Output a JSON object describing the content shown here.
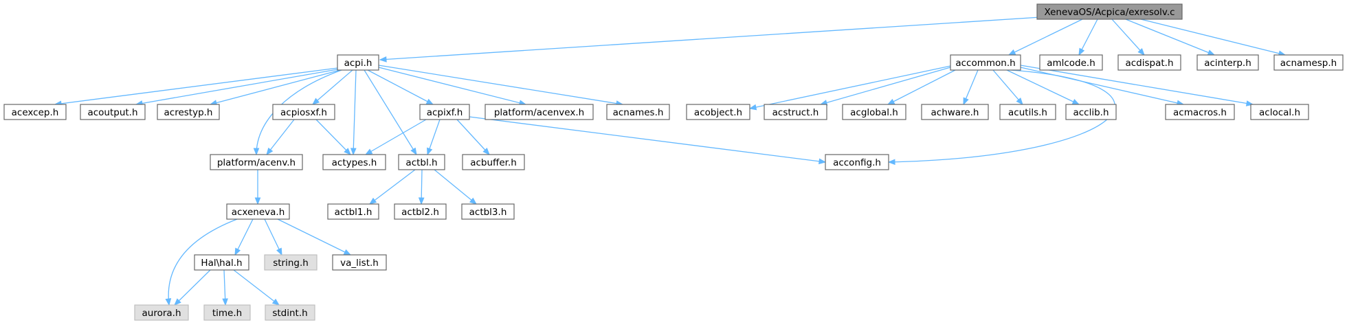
{
  "diagram": {
    "type": "include-dependency-graph",
    "root": "root",
    "colors": {
      "root_fill": "#999999",
      "node_fill": "#ffffff",
      "external_fill": "#e0e0e0",
      "border": "#666666",
      "edge": "#63b8ff",
      "text": "#000000"
    },
    "nodes": [
      {
        "id": "root",
        "label": "XenevaOS/Acpica/exresolv.c",
        "kind": "root"
      },
      {
        "id": "acpi",
        "label": "acpi.h",
        "kind": "normal"
      },
      {
        "id": "accommon",
        "label": "accommon.h",
        "kind": "normal"
      },
      {
        "id": "amlcode",
        "label": "amlcode.h",
        "kind": "normal"
      },
      {
        "id": "acdispat",
        "label": "acdispat.h",
        "kind": "normal"
      },
      {
        "id": "acinterp",
        "label": "acinterp.h",
        "kind": "normal"
      },
      {
        "id": "acnamesp",
        "label": "acnamesp.h",
        "kind": "normal"
      },
      {
        "id": "acexcep",
        "label": "acexcep.h",
        "kind": "normal"
      },
      {
        "id": "acoutput",
        "label": "acoutput.h",
        "kind": "normal"
      },
      {
        "id": "acrestyp",
        "label": "acrestyp.h",
        "kind": "normal"
      },
      {
        "id": "acpiosxf",
        "label": "acpiosxf.h",
        "kind": "normal"
      },
      {
        "id": "acpixf",
        "label": "acpixf.h",
        "kind": "normal"
      },
      {
        "id": "acenvex",
        "label": "platform/acenvex.h",
        "kind": "normal"
      },
      {
        "id": "acnames",
        "label": "acnames.h",
        "kind": "normal"
      },
      {
        "id": "acobject",
        "label": "acobject.h",
        "kind": "normal"
      },
      {
        "id": "acstruct",
        "label": "acstruct.h",
        "kind": "normal"
      },
      {
        "id": "acglobal",
        "label": "acglobal.h",
        "kind": "normal"
      },
      {
        "id": "achware",
        "label": "achware.h",
        "kind": "normal"
      },
      {
        "id": "acutils",
        "label": "acutils.h",
        "kind": "normal"
      },
      {
        "id": "acclib",
        "label": "acclib.h",
        "kind": "normal"
      },
      {
        "id": "acmacros",
        "label": "acmacros.h",
        "kind": "normal"
      },
      {
        "id": "aclocal",
        "label": "aclocal.h",
        "kind": "normal"
      },
      {
        "id": "acenv",
        "label": "platform/acenv.h",
        "kind": "normal"
      },
      {
        "id": "actypes",
        "label": "actypes.h",
        "kind": "normal"
      },
      {
        "id": "actbl",
        "label": "actbl.h",
        "kind": "normal"
      },
      {
        "id": "acbuffer",
        "label": "acbuffer.h",
        "kind": "normal"
      },
      {
        "id": "acconfig",
        "label": "acconfig.h",
        "kind": "normal"
      },
      {
        "id": "acxeneva",
        "label": "acxeneva.h",
        "kind": "normal"
      },
      {
        "id": "actbl1",
        "label": "actbl1.h",
        "kind": "normal"
      },
      {
        "id": "actbl2",
        "label": "actbl2.h",
        "kind": "normal"
      },
      {
        "id": "actbl3",
        "label": "actbl3.h",
        "kind": "normal"
      },
      {
        "id": "halhal",
        "label": "Hal\\hal.h",
        "kind": "normal"
      },
      {
        "id": "string",
        "label": "string.h",
        "kind": "external"
      },
      {
        "id": "valist",
        "label": "va_list.h",
        "kind": "normal"
      },
      {
        "id": "aurora",
        "label": "aurora.h",
        "kind": "external"
      },
      {
        "id": "time",
        "label": "time.h",
        "kind": "external"
      },
      {
        "id": "stdint",
        "label": "stdint.h",
        "kind": "external"
      }
    ],
    "edges": [
      {
        "from": "root",
        "to": "acpi"
      },
      {
        "from": "root",
        "to": "accommon"
      },
      {
        "from": "root",
        "to": "amlcode"
      },
      {
        "from": "root",
        "to": "acdispat"
      },
      {
        "from": "root",
        "to": "acinterp"
      },
      {
        "from": "root",
        "to": "acnamesp"
      },
      {
        "from": "acpi",
        "to": "acexcep"
      },
      {
        "from": "acpi",
        "to": "acoutput"
      },
      {
        "from": "acpi",
        "to": "acrestyp"
      },
      {
        "from": "acpi",
        "to": "acpiosxf"
      },
      {
        "from": "acpi",
        "to": "acpixf"
      },
      {
        "from": "acpi",
        "to": "acenvex"
      },
      {
        "from": "acpi",
        "to": "acnames"
      },
      {
        "from": "acpi",
        "to": "acenv"
      },
      {
        "from": "acpi",
        "to": "actypes"
      },
      {
        "from": "acpi",
        "to": "actbl"
      },
      {
        "from": "acpiosxf",
        "to": "acenv"
      },
      {
        "from": "acpiosxf",
        "to": "actypes"
      },
      {
        "from": "acpixf",
        "to": "actypes"
      },
      {
        "from": "acpixf",
        "to": "actbl"
      },
      {
        "from": "acpixf",
        "to": "acbuffer"
      },
      {
        "from": "acpixf",
        "to": "acconfig"
      },
      {
        "from": "accommon",
        "to": "acobject"
      },
      {
        "from": "accommon",
        "to": "acstruct"
      },
      {
        "from": "accommon",
        "to": "acglobal"
      },
      {
        "from": "accommon",
        "to": "achware"
      },
      {
        "from": "accommon",
        "to": "acutils"
      },
      {
        "from": "accommon",
        "to": "acclib"
      },
      {
        "from": "accommon",
        "to": "acmacros"
      },
      {
        "from": "accommon",
        "to": "aclocal"
      },
      {
        "from": "accommon",
        "to": "acconfig"
      },
      {
        "from": "acenv",
        "to": "acxeneva"
      },
      {
        "from": "actbl",
        "to": "actbl1"
      },
      {
        "from": "actbl",
        "to": "actbl2"
      },
      {
        "from": "actbl",
        "to": "actbl3"
      },
      {
        "from": "acxeneva",
        "to": "halhal"
      },
      {
        "from": "acxeneva",
        "to": "string"
      },
      {
        "from": "acxeneva",
        "to": "valist"
      },
      {
        "from": "acxeneva",
        "to": "aurora"
      },
      {
        "from": "halhal",
        "to": "aurora"
      },
      {
        "from": "halhal",
        "to": "time"
      },
      {
        "from": "halhal",
        "to": "stdint"
      }
    ]
  }
}
